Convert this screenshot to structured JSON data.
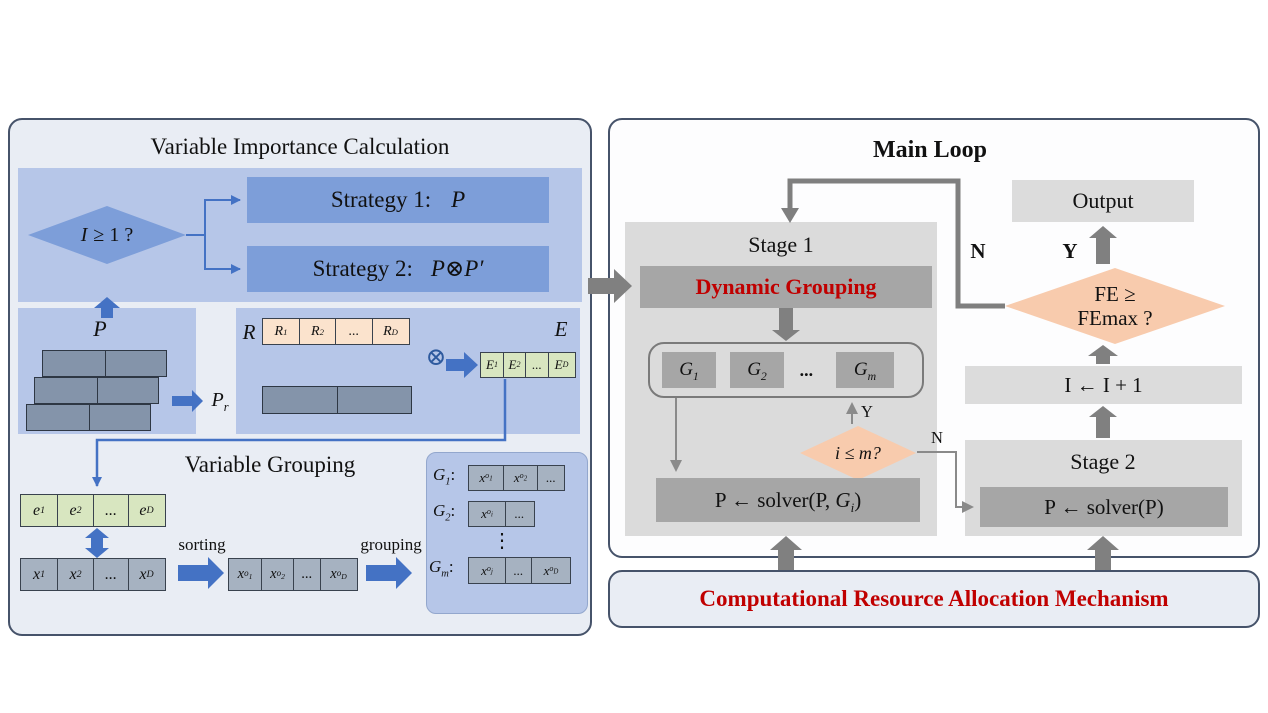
{
  "left": {
    "title": "Variable Importance Calculation",
    "condition": {
      "var": "I",
      "rest": "≥ 1 ?"
    },
    "strategy1": {
      "label": "Strategy 1:",
      "value": "P"
    },
    "strategy2": {
      "label": "Strategy 2:",
      "p1": "P",
      "op": "⊗",
      "p2": "P′"
    },
    "p_label": "P",
    "pr_label": {
      "b": "P",
      "s": "r"
    },
    "r_label": "R",
    "r_cells": [
      {
        "b": "R",
        "s": "1"
      },
      {
        "b": "R",
        "s": "2"
      },
      {
        "b": "..."
      },
      {
        "b": "R",
        "s": "D"
      }
    ],
    "otimes": "⊗",
    "e_label": "E",
    "e_cells": [
      {
        "b": "E",
        "s": "1"
      },
      {
        "b": "E",
        "s": "2"
      },
      {
        "b": "..."
      },
      {
        "b": "E",
        "s": "D"
      }
    ],
    "grouping_title": "Variable Grouping",
    "ev_cells": [
      {
        "b": "e",
        "s": "1"
      },
      {
        "b": "e",
        "s": "2"
      },
      {
        "b": "..."
      },
      {
        "b": "e",
        "s": "D"
      }
    ],
    "x_cells": [
      {
        "b": "x",
        "s": "1"
      },
      {
        "b": "x",
        "s": "2"
      },
      {
        "b": "..."
      },
      {
        "b": "x",
        "s": "D"
      }
    ],
    "sorting_label": "sorting",
    "xo_cells": [
      {
        "b": "x",
        "s": "o",
        "ss": "1"
      },
      {
        "b": "x",
        "s": "o",
        "ss": "2"
      },
      {
        "b": "..."
      },
      {
        "b": "x",
        "s": "o",
        "ss": "D"
      }
    ],
    "grouping_label": "grouping",
    "vdots": "⋮",
    "g1": {
      "label": {
        "b": "G",
        "s": "1",
        "post": ":"
      },
      "cells": [
        {
          "b": "x",
          "s": "o",
          "ss": "1"
        },
        {
          "b": "x",
          "s": "o",
          "ss": "2"
        },
        {
          "b": "..."
        }
      ]
    },
    "g2": {
      "label": {
        "b": "G",
        "s": "2",
        "post": ":"
      },
      "cells": [
        {
          "b": "x",
          "s": "o",
          "ss": "i"
        },
        {
          "b": "..."
        }
      ]
    },
    "gm": {
      "label": {
        "b": "G",
        "s": "m",
        "post": ":"
      },
      "cells": [
        {
          "b": "x",
          "s": "o",
          "ss": "j"
        },
        {
          "b": "..."
        },
        {
          "b": "x",
          "s": "o",
          "ss": "D"
        }
      ]
    }
  },
  "right": {
    "title": "Main Loop",
    "stage1_title": "Stage 1",
    "dynamic_grouping": "Dynamic Grouping",
    "g_cells": [
      {
        "b": "G",
        "s": "1"
      },
      {
        "b": "G",
        "s": "2"
      },
      {
        "b": "..."
      },
      {
        "b": "G",
        "s": "m"
      }
    ],
    "cond1": "i ≤ m?",
    "y1": "Y",
    "n1": "N",
    "solver1": {
      "pre": "P ← solver(P, ",
      "g": "G",
      "sub": "i",
      "post": ")"
    },
    "stage2_title": "Stage 2",
    "solver2": "P ← solver(P)",
    "increment": "I ← I + 1",
    "fe_line1": "FE ≥",
    "fe_line2": "FEmax ?",
    "n2": "N",
    "y2": "Y",
    "output": "Output",
    "bottom": "Computational Resource Allocation Mechanism"
  },
  "colors": {
    "accent_blue": "#4472c4",
    "block_blue": "#b6c6e8",
    "shape_blue": "#7d9ed9",
    "green_cell": "#d8e6c0",
    "peach_cell": "#fbe3cd",
    "diamond_peach": "#f8cbad",
    "steel_cell": "#8494aa",
    "slate_cell": "#a6b2c1",
    "gray_box": "#a6a6a6",
    "stage_gray": "#dbdbdb",
    "panel_bg": "#e9edf4",
    "arrow_gray": "#808080",
    "dark_red": "#c00000"
  }
}
